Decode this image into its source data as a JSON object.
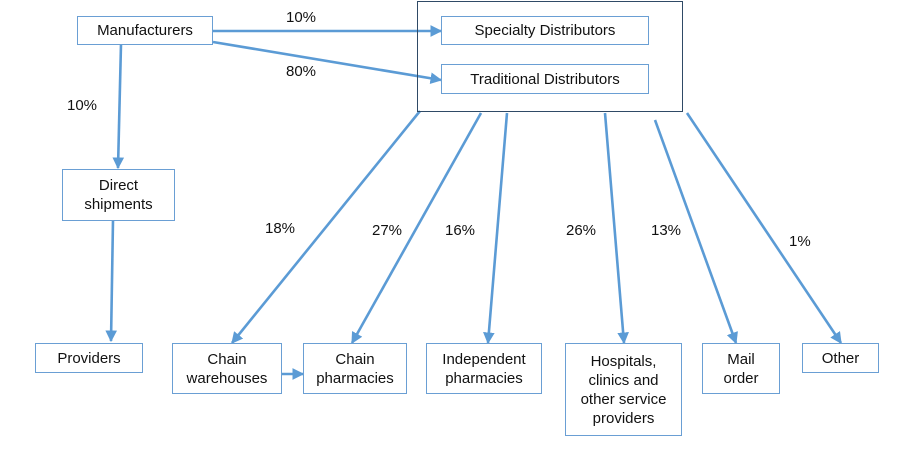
{
  "boxes": {
    "manufacturers": "Manufacturers",
    "specialty": "Specialty Distributors",
    "traditional": "Traditional Distributors",
    "direct": "Direct\nshipments",
    "providers": "Providers",
    "chain_warehouses": "Chain\nwarehouses",
    "chain_pharmacies": "Chain\npharmacies",
    "independent": "Independent\npharmacies",
    "hospitals": "Hospitals,\nclinics and\nother service\nproviders",
    "mail_order": "Mail\norder",
    "other": "Other"
  },
  "flows": {
    "to_specialty": "10%",
    "to_traditional": "80%",
    "to_direct": "10%",
    "chain_warehouses": "18%",
    "chain_pharmacies": "27%",
    "independent": "16%",
    "hospitals": "26%",
    "mail_order": "13%",
    "other": "1%"
  },
  "colors": {
    "arrow": "#5b9bd5",
    "box_border": "#6a9fd4",
    "group_border": "#2f4a66"
  }
}
